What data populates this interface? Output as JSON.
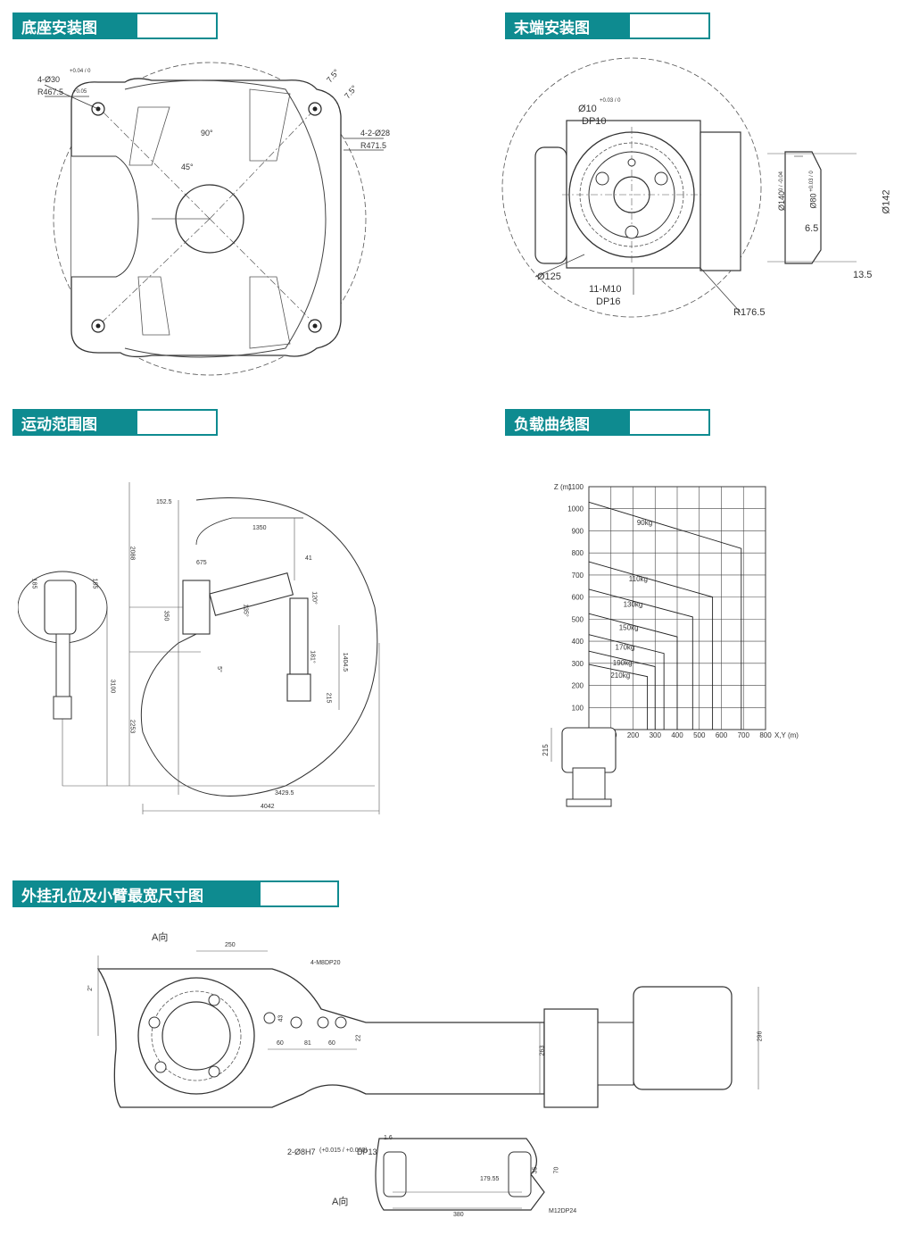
{
  "sections": {
    "base": "底座安装图",
    "flange": "末端安装图",
    "range": "运动范围图",
    "load": "负载曲线图",
    "holes": "外挂孔位及小臂最宽尺寸图"
  },
  "base_dims": {
    "holes": "4-Ø30",
    "holes_tol": "+0.04 / 0",
    "r1": "R467.5",
    "r1_tol": "+0.05",
    "angle_top1": "7.5°",
    "angle_top2": "7.5°",
    "pin": "4-2-Ø28",
    "r2": "R471.5",
    "angle90": "90°",
    "angle45": "45°"
  },
  "flange_dims": {
    "hole_d10": "Ø10",
    "hole_d10_tol": "+0.03 / 0",
    "dp10": "DP10",
    "pcd": "Ø125",
    "tap": "11-M10",
    "dp16": "DP16",
    "radius": "R176.5",
    "d140": "Ø140",
    "d140_tol": "0 / -0.04",
    "d80": "Ø80",
    "d80_tol": "+0.03 / 0",
    "d142": "Ø142",
    "d65": "6.5",
    "d135": "13.5"
  },
  "range_dims": {
    "d1525": "152.5",
    "d1350": "1350",
    "d41": "41",
    "d675": "675",
    "d2088": "2088",
    "d350": "350",
    "d185a": "185",
    "d185b": "185",
    "a135": "135°",
    "a120": "120°",
    "a181": "181°",
    "a5": "5°",
    "d3100": "3100",
    "d2253": "2253",
    "d14045": "1404.5",
    "d215": "215",
    "d34295": "3429.5",
    "d4042": "4042"
  },
  "chart_data": {
    "type": "line",
    "xlabel": "X,Y (m)",
    "ylabel": "Z (m)",
    "xlim": [
      0,
      800
    ],
    "ylim": [
      0,
      1100
    ],
    "xticks": [
      100,
      200,
      300,
      400,
      500,
      600,
      700,
      800
    ],
    "yticks": [
      100,
      200,
      300,
      400,
      500,
      600,
      700,
      800,
      900,
      1000,
      1100
    ],
    "grid": true,
    "offset_label": "215",
    "series": [
      {
        "name": "90kg",
        "points": [
          [
            0,
            1030
          ],
          [
            690,
            820
          ],
          [
            690,
            0
          ]
        ]
      },
      {
        "name": "110kg",
        "points": [
          [
            0,
            760
          ],
          [
            560,
            600
          ],
          [
            560,
            0
          ]
        ]
      },
      {
        "name": "130kg",
        "points": [
          [
            0,
            635
          ],
          [
            470,
            510
          ],
          [
            470,
            0
          ]
        ]
      },
      {
        "name": "150kg",
        "points": [
          [
            0,
            525
          ],
          [
            400,
            420
          ],
          [
            400,
            0
          ]
        ]
      },
      {
        "name": "170kg",
        "points": [
          [
            0,
            430
          ],
          [
            340,
            345
          ],
          [
            340,
            0
          ]
        ]
      },
      {
        "name": "190kg",
        "points": [
          [
            0,
            355
          ],
          [
            300,
            285
          ],
          [
            300,
            0
          ]
        ]
      },
      {
        "name": "210kg",
        "points": [
          [
            0,
            295
          ],
          [
            265,
            240
          ],
          [
            265,
            0
          ]
        ]
      }
    ]
  },
  "hole_dims": {
    "view_a_top": "A向",
    "d250": "250",
    "m8": "4-M8DP20",
    "d2": "2°",
    "d43": "43",
    "d60a": "60",
    "d81": "81",
    "d60b": "60",
    "d22": "22",
    "d263": "263",
    "d296": "296",
    "pin2": "2-Ø8H7",
    "pin2_tol": "(+0.015 / +0.000)",
    "dp13": "DP13",
    "rough": "1.6",
    "view_a_bottom": "A向",
    "d17955": "179.55",
    "d35": "35",
    "d70": "70",
    "d380": "380",
    "m12": "M12DP24"
  }
}
